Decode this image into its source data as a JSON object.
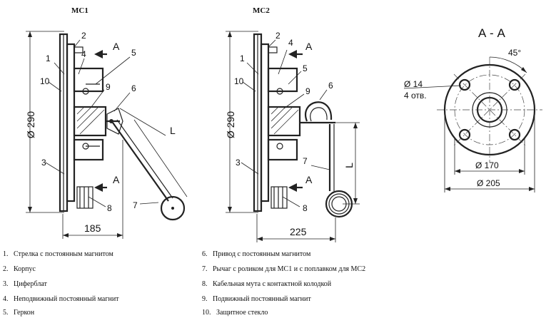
{
  "titles": {
    "mc1": "МС1",
    "mc2": "МС2",
    "section": "А - А"
  },
  "section_marks": {
    "a": "А"
  },
  "dimensions": {
    "mc1_height": "Ø 290",
    "mc1_depth": "185",
    "mc1_lever": "L",
    "mc2_height": "Ø 290",
    "mc2_depth": "225",
    "mc2_lever": "L",
    "angle": "45°",
    "hole_dia": "Ø 14",
    "hole_count": "4 отв.",
    "bolt_circle": "Ø 170",
    "outer_dia": "Ø 205"
  },
  "part_numbers": [
    "1",
    "2",
    "3",
    "4",
    "5",
    "6",
    "7",
    "8",
    "9",
    "10"
  ],
  "legend": [
    {
      "num": "1.",
      "text": "Стрелка с постоянным магнитом"
    },
    {
      "num": "2.",
      "text": "Корпус"
    },
    {
      "num": "3.",
      "text": "Циферблат"
    },
    {
      "num": "4.",
      "text": "Неподвижный постоянный магнит"
    },
    {
      "num": "5.",
      "text": "Геркон"
    },
    {
      "num": "6.",
      "text": "Привод с постоянным магнитом"
    },
    {
      "num": "7.",
      "text": "Рычаг с роликом для МС1 и с поплавком для МС2"
    },
    {
      "num": "8.",
      "text": "Кабельная мута с контактной колодкой"
    },
    {
      "num": "9.",
      "text": "Подвижный постоянный магнит"
    },
    {
      "num": "10.",
      "text": "Защитное стекло"
    }
  ]
}
